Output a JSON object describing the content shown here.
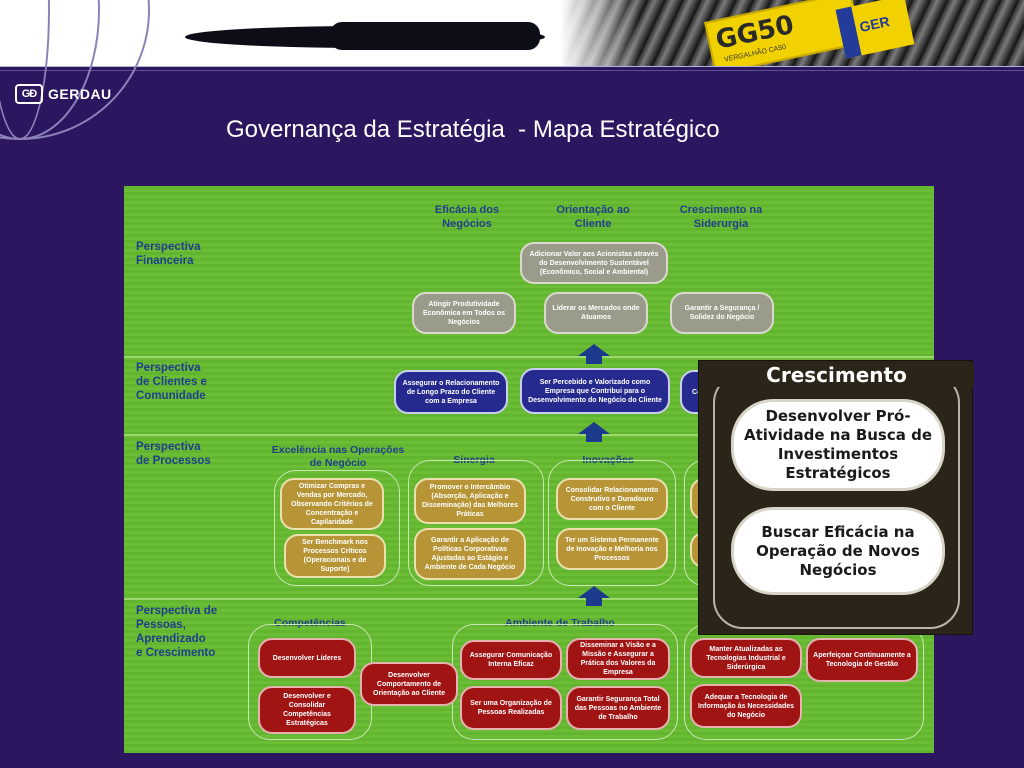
{
  "header": {
    "brand": "GERDAU",
    "logo_mark": "GĐ",
    "photo_tag": "GG50",
    "photo_tag_small": "VERGALHÃO CA50",
    "photo_tag2": "GER"
  },
  "title": "Governança da Estratégia  - Mapa Estratégico",
  "map": {
    "columns": [
      "Eficácia dos\nNegócios",
      "Orientação\nao Cliente",
      "Crescimento\nna Siderurgia"
    ],
    "perspectives": [
      "Perspectiva\nFinanceira",
      "Perspectiva\nde Clientes e\nComunidade",
      "Perspectiva\nde Processos",
      "Perspectiva de\nPessoas,\nAprendizado\ne Crescimento"
    ],
    "financial": {
      "top": "Adicionar Valor aos Acionistas através do Desenvolvimento Sustentável (Econômico, Social e Ambiental)",
      "left": "Atingir Produtividade Econômica em Todos os Negócios",
      "center": "Liderar os Mercados onde Atuamos",
      "right": "Garantir a Segurança / Solidez do Negócio"
    },
    "clients": {
      "left": "Assegurar o Relacionamento de Longo Prazo do Cliente com a Empresa",
      "center": "Ser Percebido e Valorizado como Empresa que Contribui para o Desenvolvimento do Negócio do Cliente",
      "right": "Co S"
    },
    "processes": {
      "groups": [
        "Excelência nas\nOperações de Negócio",
        "Sinergia",
        "Inovações"
      ],
      "excelencia": [
        "Otimizar Compras e Vendas por Mercado, Observando Critérios de Concentração e Capilaridade",
        "Ser Benchmark nos Processos Críticos (Operacionais e de Suporte)"
      ],
      "sinergia": [
        "Promover o Intercâmbio (Absorção, Aplicação e Disseminação) das Melhores Práticas",
        "Garantir a Aplicação de Políticas Corporativas Ajustadas ao Estágio e Ambiente de Cada Negócio"
      ],
      "inovacoes": [
        "Consolidar Relacionamento Construtivo e Duradouro com o Cliente",
        "Ter um Sistema Permanente de Inovação e Melhoria nos Processos"
      ]
    },
    "people": {
      "groups": [
        "Competências",
        "Ambiente de Trabalho"
      ],
      "competencias": [
        "Desenvolver Líderes",
        "Desenvolver e Consolidar Competências Estratégicas"
      ],
      "center": "Desenvolver Comportamento de Orientação ao Cliente",
      "ambiente": [
        "Assegurar Comunicação Interna Eficaz",
        "Disseminar a Visão e a Missão e Assegurar a Prática dos Valores da Empresa",
        "Ser uma Organização de Pessoas Realizadas",
        "Garantir Segurança Total das Pessoas no Ambiente de Trabalho"
      ],
      "right": [
        "Manter Atualizadas as Tecnologias Industrial e Siderúrgica",
        "Aperfeiçoar Continuamente a Tecnologia de Gestão",
        "Adequar a Tecnologia de Informação às Necessidades do Negócio"
      ]
    }
  },
  "callout": {
    "title": "Crescimento",
    "items": [
      "Desenvolver Pró-Atividade na Busca de Investimentos Estratégicos",
      "Buscar Eficácia na Operação de Novos Negócios"
    ]
  },
  "colors": {
    "background": "#2d1660",
    "map_green": "#62b52f",
    "heading_blue": "#1f3f8c",
    "node_red": "#a01414",
    "node_gold": "#b79536",
    "node_blue": "#262a8e"
  }
}
